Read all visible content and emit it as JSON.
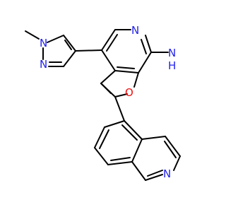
{
  "diagram": {
    "type": "chemical-structure",
    "colors": {
      "bond": "#000000",
      "nitrogen": "#2222ee",
      "oxygen": "#ee1111",
      "background": "#ffffff"
    },
    "atom_labels": {
      "pyrazole_n1": "N",
      "pyrazole_n2": "N",
      "pyridine_n": "N",
      "amine_n": "N",
      "amine_h": "H",
      "furan_o": "O",
      "isoquinoline_n": "N"
    }
  }
}
